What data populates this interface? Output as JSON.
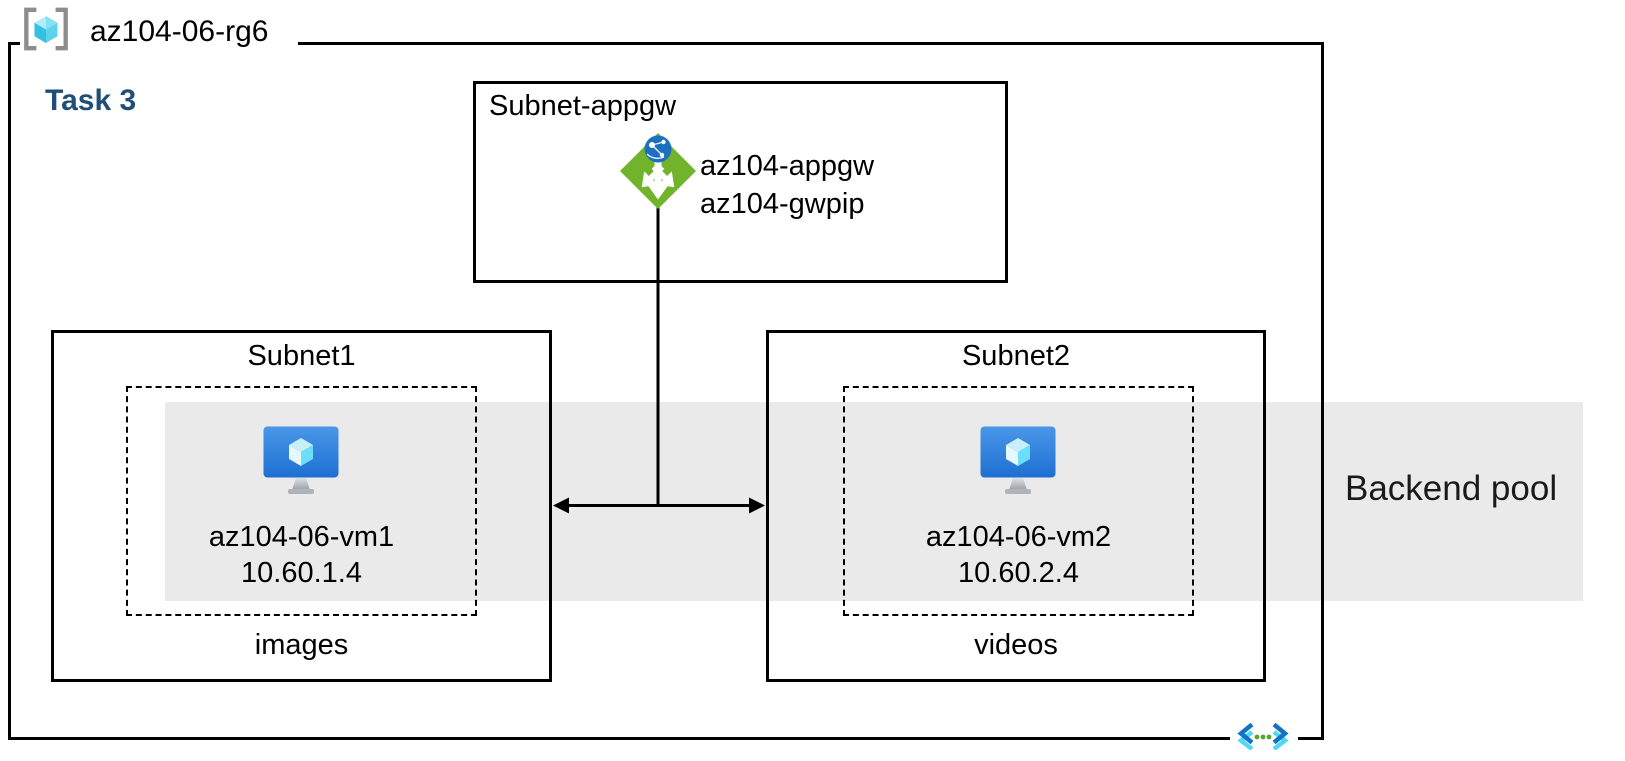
{
  "diagram": {
    "resource_group": {
      "name": "az104-06-rg6"
    },
    "task": {
      "label": "Task 3"
    },
    "appgw_subnet": {
      "title": "Subnet-appgw",
      "gateway_name": "az104-appgw",
      "public_ip_name": "az104-gwpip"
    },
    "subnet1": {
      "title": "Subnet1",
      "vm_name": "az104-06-vm1",
      "vm_ip": "10.60.1.4",
      "caption": "images"
    },
    "subnet2": {
      "title": "Subnet2",
      "vm_name": "az104-06-vm2",
      "vm_ip": "10.60.2.4",
      "caption": "videos"
    },
    "backend_pool": {
      "label": "Backend pool"
    },
    "icons": [
      {
        "name": "resource-group-icon",
        "meaning": "Azure resource group"
      },
      {
        "name": "application-gateway-icon",
        "meaning": "Azure application gateway"
      },
      {
        "name": "virtual-machine-icon",
        "meaning": "Azure virtual machine"
      },
      {
        "name": "virtual-network-icon",
        "meaning": "Azure virtual network"
      }
    ],
    "colors": {
      "task_label": "#1f4e79",
      "backend_band": "#eaeaea",
      "appgw_green": "#72b32c",
      "globe_blue": "#1d6fc0",
      "vm_blue_top": "#4a97e9",
      "vm_blue_bottom": "#1d6fd2",
      "cube_cyan": "#50d8f5",
      "outline": "#000000"
    }
  }
}
